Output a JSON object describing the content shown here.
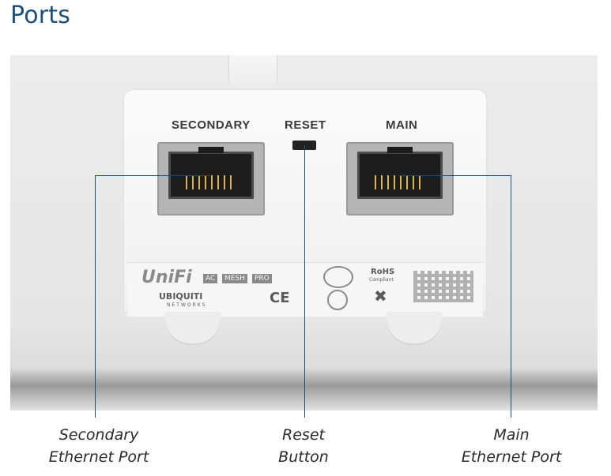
{
  "heading": "Ports",
  "device": {
    "port_labels": {
      "secondary": "SECONDARY",
      "reset": "RESET",
      "main": "MAIN"
    },
    "markings": {
      "brand": "UniFi",
      "badge_ac": "AC",
      "badge_mesh": "MESH",
      "badge_pro": "PRO",
      "maker": "UBIQUITI",
      "maker_sub": "NETWORKS",
      "ce": "CE",
      "rohs": "RoHS",
      "rohs_sub": "Compliant"
    }
  },
  "callouts": [
    {
      "line1": "Secondary",
      "line2": "Ethernet Port"
    },
    {
      "line1": "Reset",
      "line2": "Button"
    },
    {
      "line1": "Main",
      "line2": "Ethernet Port"
    }
  ]
}
